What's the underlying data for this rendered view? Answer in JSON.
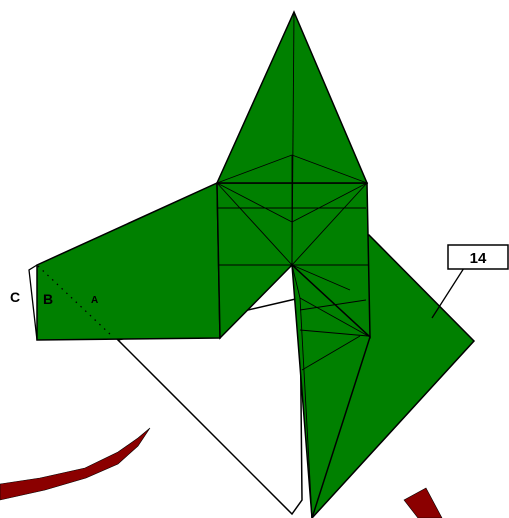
{
  "diagram": {
    "step_number": "14",
    "labels": {
      "a": "A",
      "b": "B",
      "c": "C"
    },
    "colors": {
      "paper": "#008000",
      "outline": "#000000",
      "accent_shape": "#8b0000",
      "background": "#ffffff"
    }
  }
}
